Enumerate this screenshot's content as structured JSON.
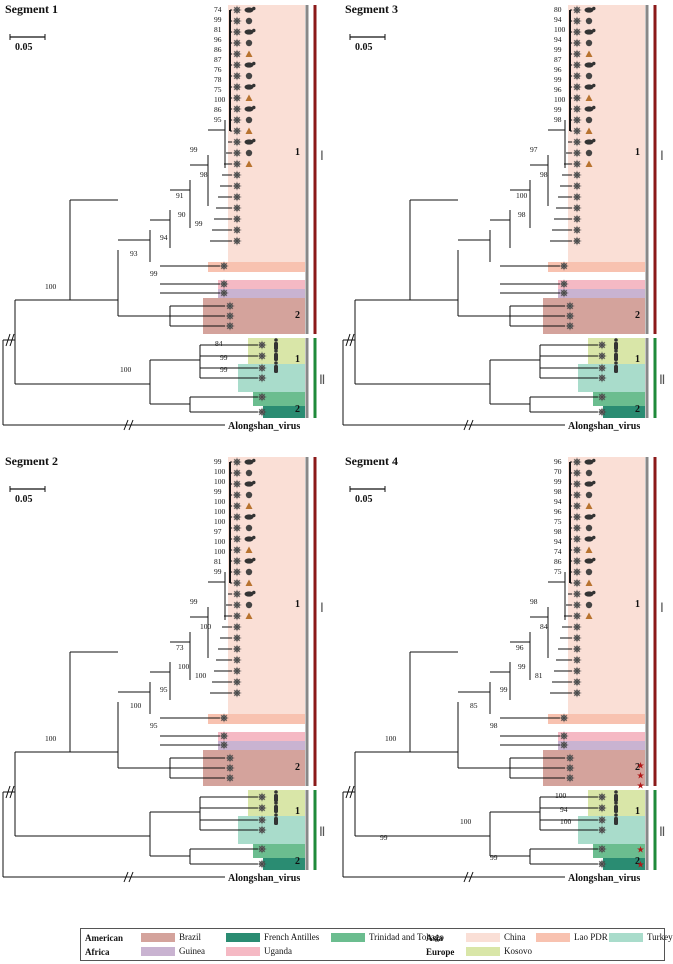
{
  "panels": [
    {
      "title": "Segment 1",
      "scale": "0.05",
      "outgroup": "Alongshan_virus",
      "group_I": "Ⅰ",
      "group_II": "Ⅱ",
      "sub1": "1",
      "sub2": "2",
      "support": [
        "74",
        "99",
        "81",
        "96",
        "86",
        "87",
        "76",
        "78",
        "75",
        "100",
        "86",
        "95",
        "99",
        "98",
        "91",
        "90",
        "99",
        "94",
        "93",
        "99",
        "100",
        "84",
        "99",
        "99",
        "100"
      ]
    },
    {
      "title": "Segment 3",
      "scale": "0.05",
      "outgroup": "Alongshan_virus",
      "group_I": "Ⅰ",
      "group_II": "Ⅱ",
      "sub1": "1",
      "sub2": "2",
      "support": [
        "80",
        "94",
        "100",
        "94",
        "99",
        "87",
        "96",
        "99",
        "96",
        "100",
        "99",
        "98",
        "97",
        "98",
        "100",
        "98"
      ]
    },
    {
      "title": "Segment 2",
      "scale": "0.05",
      "outgroup": "Alongshan_virus",
      "group_I": "Ⅰ",
      "group_II": "Ⅱ",
      "sub1": "1",
      "sub2": "2",
      "support": [
        "99",
        "100",
        "100",
        "99",
        "100",
        "100",
        "100",
        "97",
        "100",
        "100",
        "81",
        "99",
        "99",
        "100",
        "73",
        "100",
        "100",
        "95",
        "100",
        "95",
        "100"
      ]
    },
    {
      "title": "Segment 4",
      "scale": "0.05",
      "outgroup": "Alongshan_virus",
      "group_I": "Ⅰ",
      "group_II": "Ⅱ",
      "sub1": "1",
      "sub2": "2",
      "support": [
        "96",
        "70",
        "99",
        "98",
        "94",
        "96",
        "75",
        "98",
        "94",
        "74",
        "86",
        "75",
        "98",
        "84",
        "96",
        "99",
        "81",
        "99",
        "85",
        "98",
        "100",
        "100",
        "94",
        "100",
        "100",
        "99",
        "99"
      ]
    }
  ],
  "legend": {
    "regions": {
      "american": "American",
      "africa": "Africa",
      "asia": "Asia",
      "europe": "Europe"
    },
    "items": [
      {
        "label": "Brazil",
        "color": "#d4a39c"
      },
      {
        "label": "French Antilles",
        "color": "#2a8c72"
      },
      {
        "label": "Trinidad and Tobago",
        "color": "#6bbd8f"
      },
      {
        "label": "Guinea",
        "color": "#c9b3d1"
      },
      {
        "label": "Uganda",
        "color": "#f5b9c4"
      },
      {
        "label": "China",
        "color": "#fadfd6"
      },
      {
        "label": "Lao PDR",
        "color": "#f8c2b0"
      },
      {
        "label": "Turkey",
        "color": "#a9dccb"
      },
      {
        "label": "Kosovo",
        "color": "#d9e6a8"
      }
    ]
  },
  "colors": {
    "group_I_bar": "#8b1a1a",
    "group_II_bar": "#1f8a3a",
    "sub_bar": "#888888",
    "branch": "#111111"
  }
}
